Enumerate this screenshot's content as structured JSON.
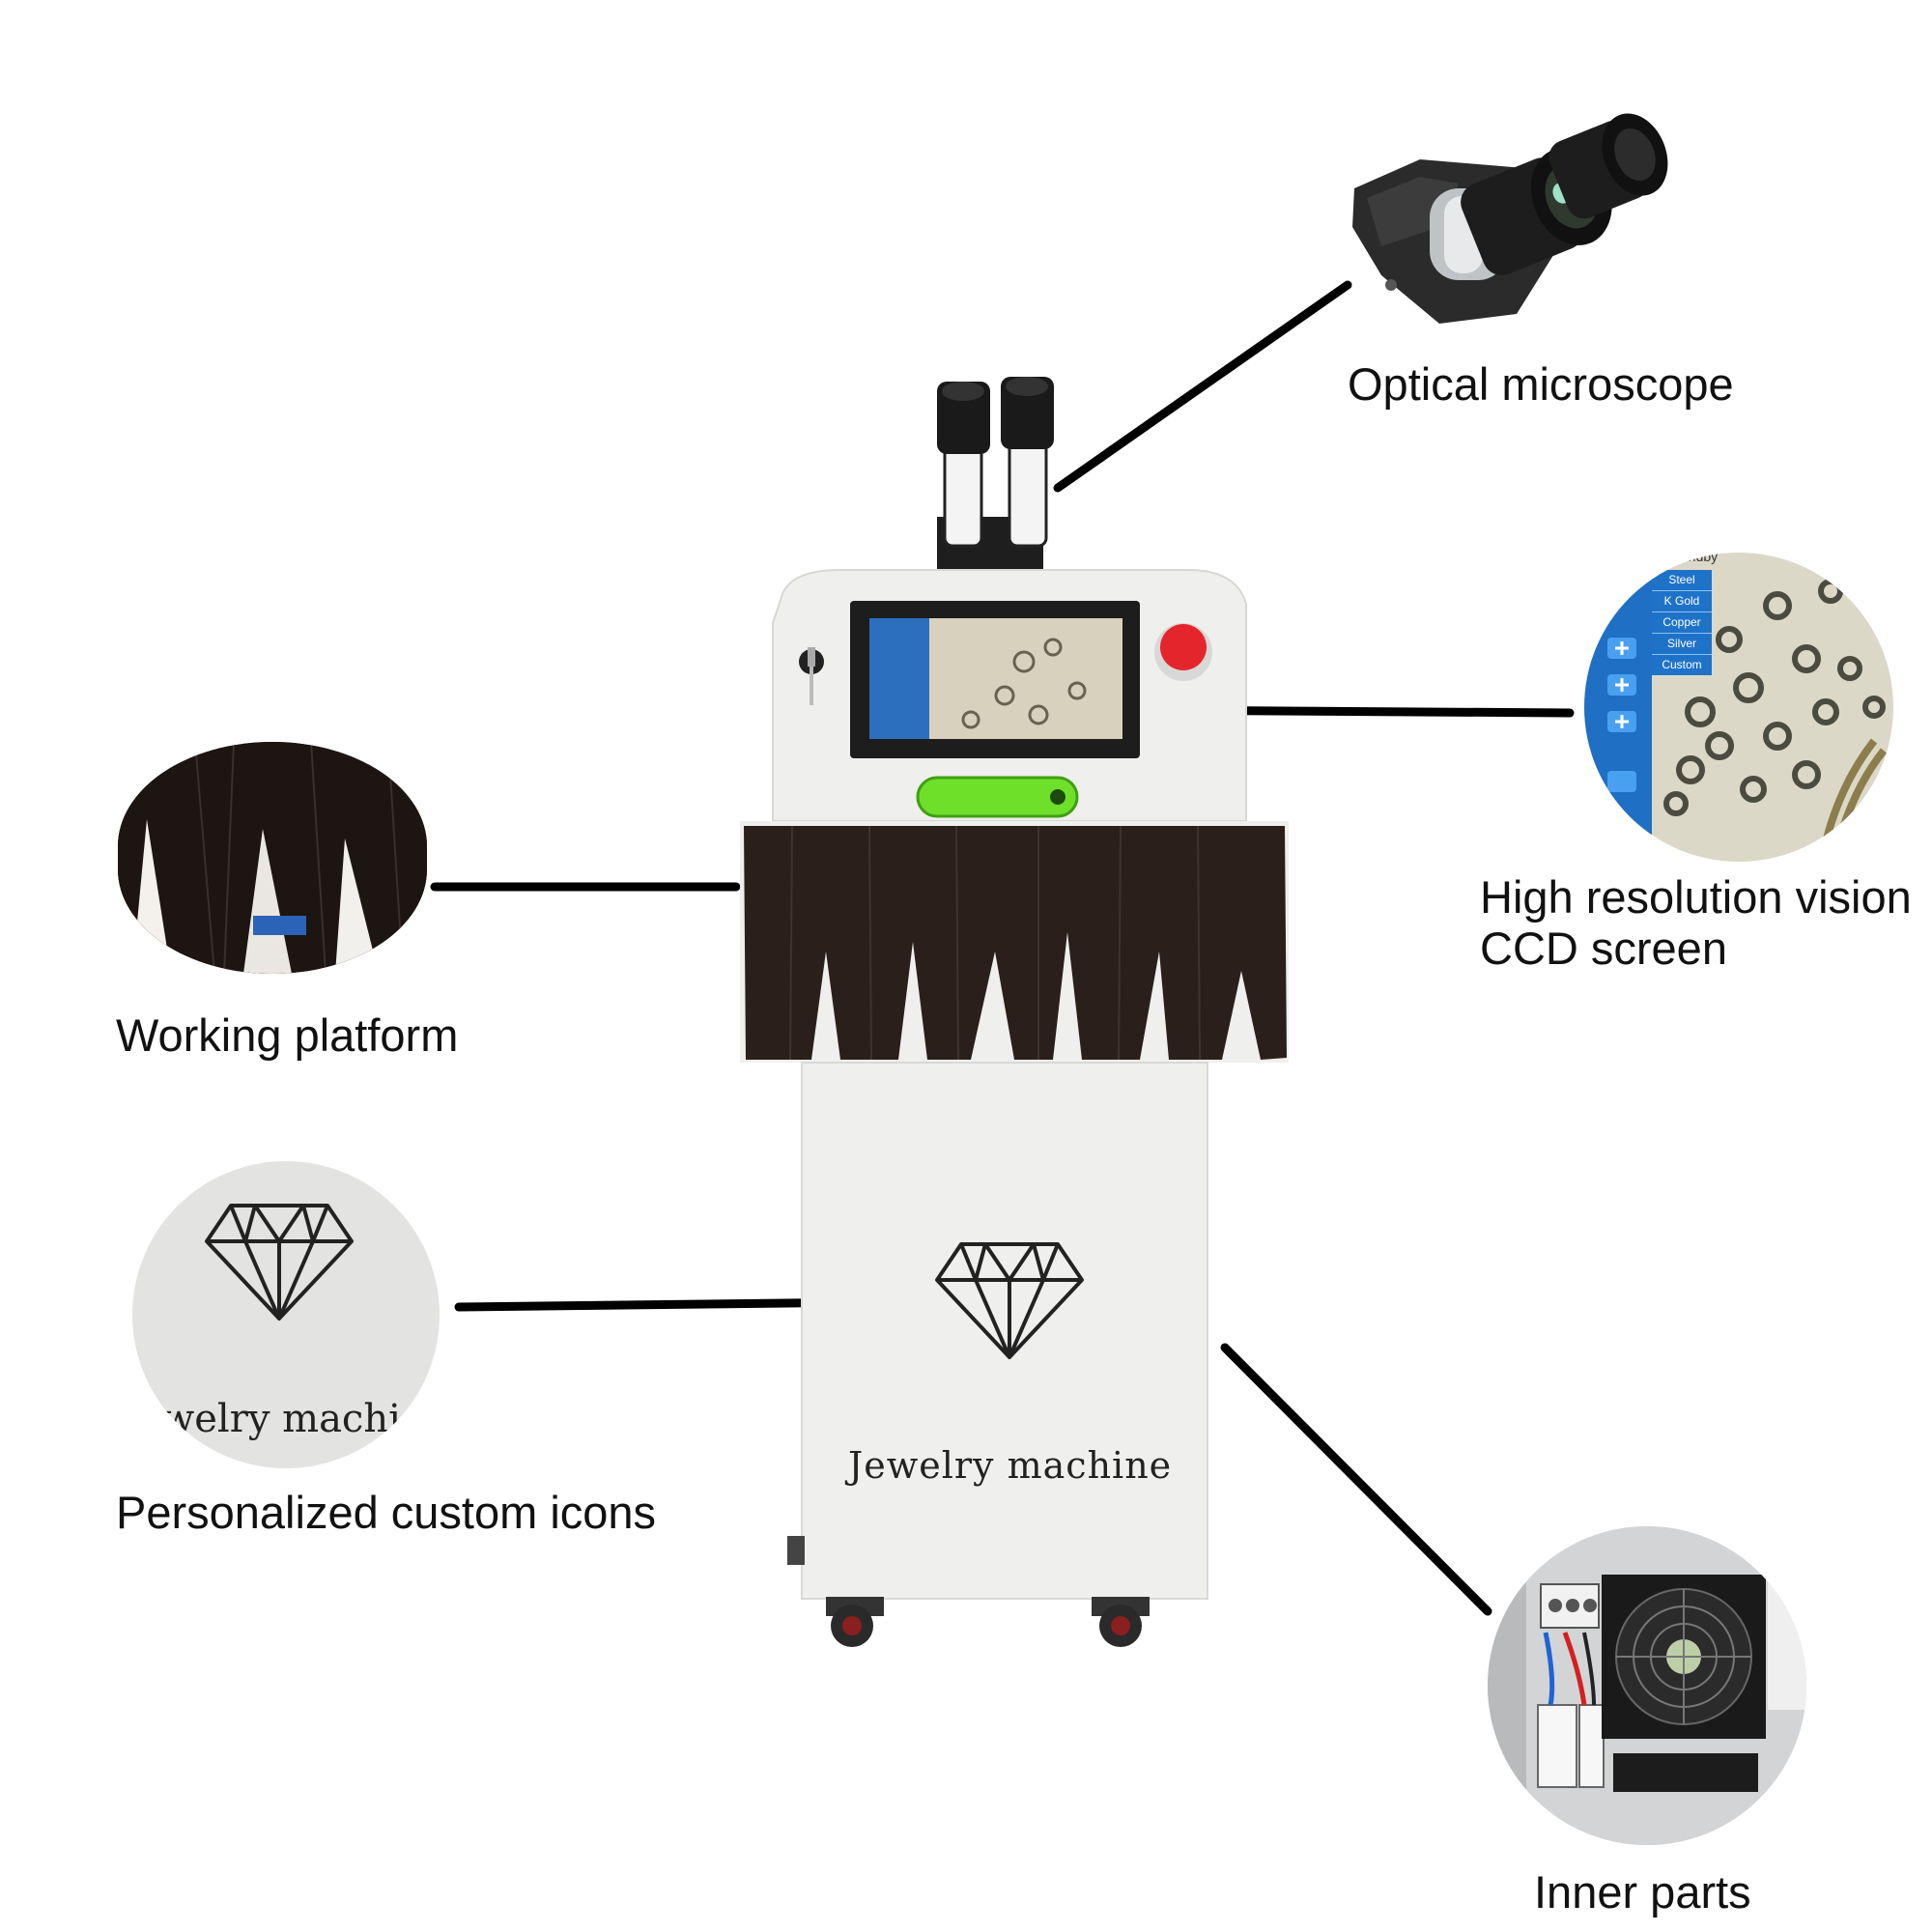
{
  "callouts": {
    "microscope": "Optical microscope",
    "screen": {
      "line1": "High resolution vision",
      "line2": "CCD screen"
    },
    "platform": "Working platform",
    "icons": "Personalized custom icons",
    "inner": "Inner parts"
  },
  "machine": {
    "brand_text": "Jewelry machine"
  },
  "icon_detail": {
    "brand_fragment": "welry machi"
  },
  "screen_menu": {
    "header_fragment": "andby",
    "items": [
      "Steel",
      "K Gold",
      "Copper",
      "Silver",
      "Custom"
    ]
  },
  "colors": {
    "machine_body": "#efefed",
    "skirt": "#2a1f1b",
    "screen_blue": "#1e73c9",
    "estop_red": "#e4262c",
    "status_green": "#6ee02a"
  }
}
